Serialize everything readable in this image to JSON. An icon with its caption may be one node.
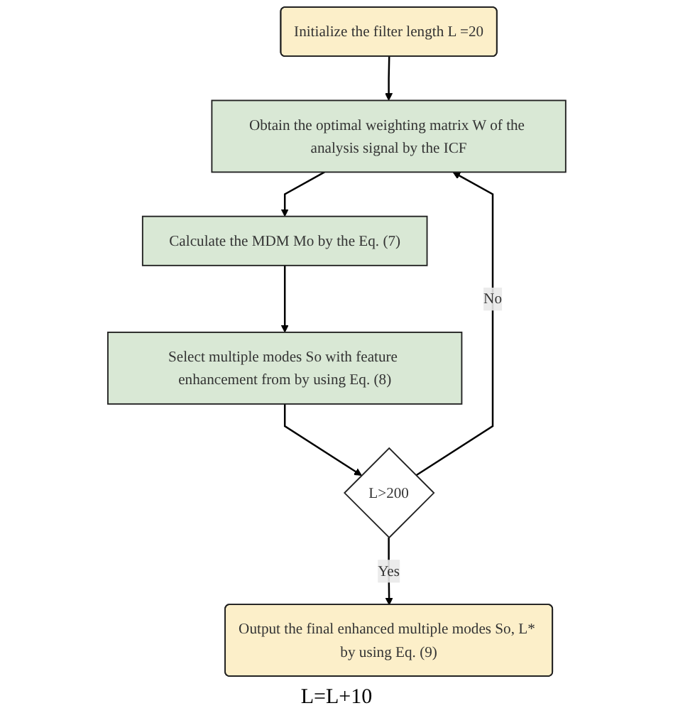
{
  "diagram": {
    "nodes": [
      {
        "text": [
          "Initialize the filter length L =20"
        ]
      },
      {
        "text": [
          "Obtain the optimal weighting matrix W of the analysis signal by the ICF"
        ]
      },
      {
        "text": [
          "Calculate the MDM Mo by the Eq. (7)"
        ]
      },
      {
        "text": [
          "Select multiple modes So with feature enhancement from by using Eq. (8)"
        ]
      },
      {
        "text": [
          "L>200"
        ]
      },
      {
        "text": [
          "Output the final enhanced multiple modes So, L* by using Eq. (9)"
        ]
      }
    ],
    "edges": [
      {
        "from": 0,
        "to": 1,
        "arrow": "to"
      },
      {
        "from": 1,
        "to": 2,
        "arrow": "to"
      },
      {
        "from": 2,
        "to": 3,
        "arrow": "to"
      },
      {
        "from": 3,
        "to": 4,
        "arrow": "to"
      },
      {
        "from": 4,
        "to": 1,
        "arrow": "to",
        "label": "No"
      },
      {
        "from": 4,
        "to": 5,
        "arrow": "to",
        "label": "Yes"
      }
    ],
    "labels": [
      "L=L+10"
    ]
  }
}
